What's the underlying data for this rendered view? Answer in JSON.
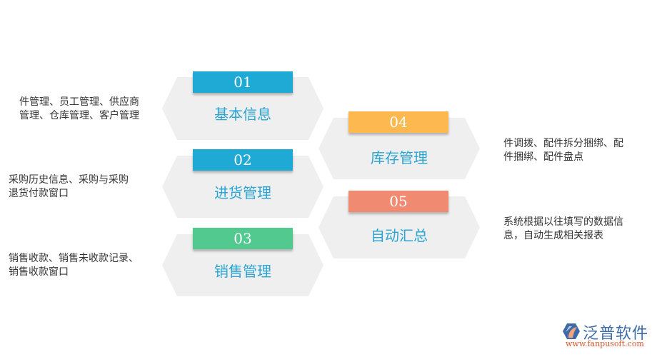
{
  "colors": {
    "hex_bg": "#efefef",
    "title_text": "#2aa4d3",
    "badge_blue": "#1eaad4",
    "badge_green": "#52c98f",
    "badge_orange": "#fdb84f",
    "badge_salmon": "#f08a70",
    "desc_text": "#333333"
  },
  "modules": [
    {
      "number": "01",
      "title": "基本信息",
      "badge_color": "#1eaad4",
      "desc_line1": "件管理、员工管理、供应商",
      "desc_line2": "管理、仓库管理、客户管理"
    },
    {
      "number": "02",
      "title": "进货管理",
      "badge_color": "#1eaad4",
      "desc_line1": "采购历史信息、采购与采购",
      "desc_line2": "退货付款窗口"
    },
    {
      "number": "03",
      "title": "销售管理",
      "badge_color": "#52c98f",
      "desc_line1": "销售收款、销售未收款记录、",
      "desc_line2": "销售收款窗口"
    },
    {
      "number": "04",
      "title": "库存管理",
      "badge_color": "#fdb84f",
      "desc_line1": "件调拨、配件拆分捆绑、配",
      "desc_line2": "件捆绑、配件盘点"
    },
    {
      "number": "05",
      "title": "自动汇总",
      "badge_color": "#f08a70",
      "desc_line1": "系统根据以往填写的数据信",
      "desc_line2": "息，自动生成相关报表"
    }
  ],
  "logo": {
    "name": "泛普软件",
    "url": "www.fanpusoft.com"
  }
}
